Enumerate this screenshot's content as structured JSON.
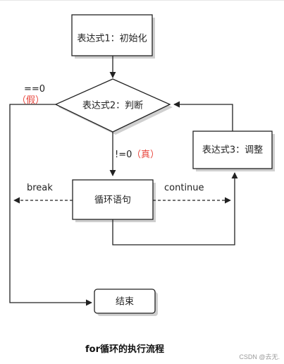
{
  "nodes": {
    "init": "表达式1：初始化",
    "judge": "表达式2：判断",
    "adjust": "表达式3：调整",
    "body": "循环语句",
    "end": "结束"
  },
  "edges": {
    "false_value": "==0",
    "false_label": "（假）",
    "true_value": "!=0",
    "true_label": "（真）",
    "break_label": "break",
    "continue_label": "continue"
  },
  "caption": "for循环的执行流程",
  "watermark": "CSDN @去无.",
  "colors": {
    "stroke": "#222222",
    "shadow": "#cfcfcf",
    "highlight": "#e8453c"
  }
}
